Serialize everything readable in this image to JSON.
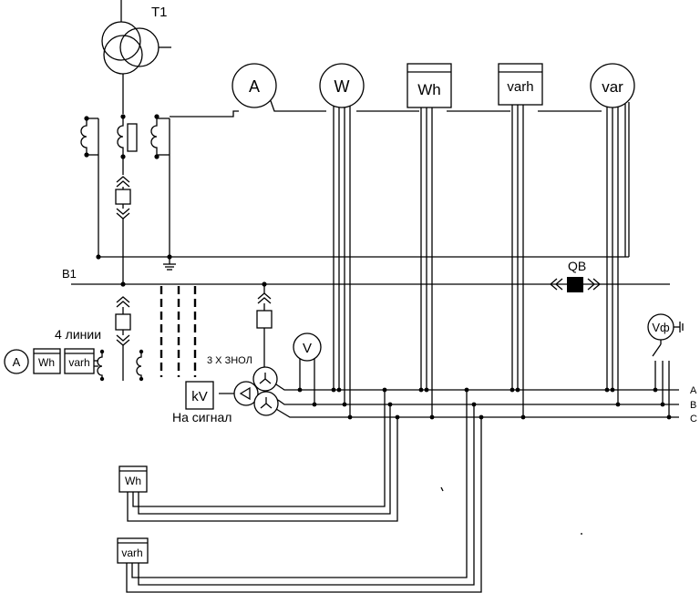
{
  "transformer": {
    "label": "T1"
  },
  "bus": {
    "label": "B1"
  },
  "breaker": {
    "label": "QB"
  },
  "top_meters": {
    "ammeter": "A",
    "wattmeter": "W",
    "wh": "Wh",
    "varh": "varh",
    "varmeter": "var"
  },
  "feeder": {
    "label": "4 линии",
    "meters": [
      "A",
      "Wh",
      "varh"
    ]
  },
  "vt": {
    "label": "3 Х ЗНОЛ"
  },
  "voltmeter": "V",
  "phase_voltmeter": "Vф",
  "relay": {
    "label": "kV",
    "caption": "На сигнал"
  },
  "phases": [
    "A",
    "B",
    "C"
  ],
  "remote_meters": [
    "Wh",
    "varh"
  ]
}
